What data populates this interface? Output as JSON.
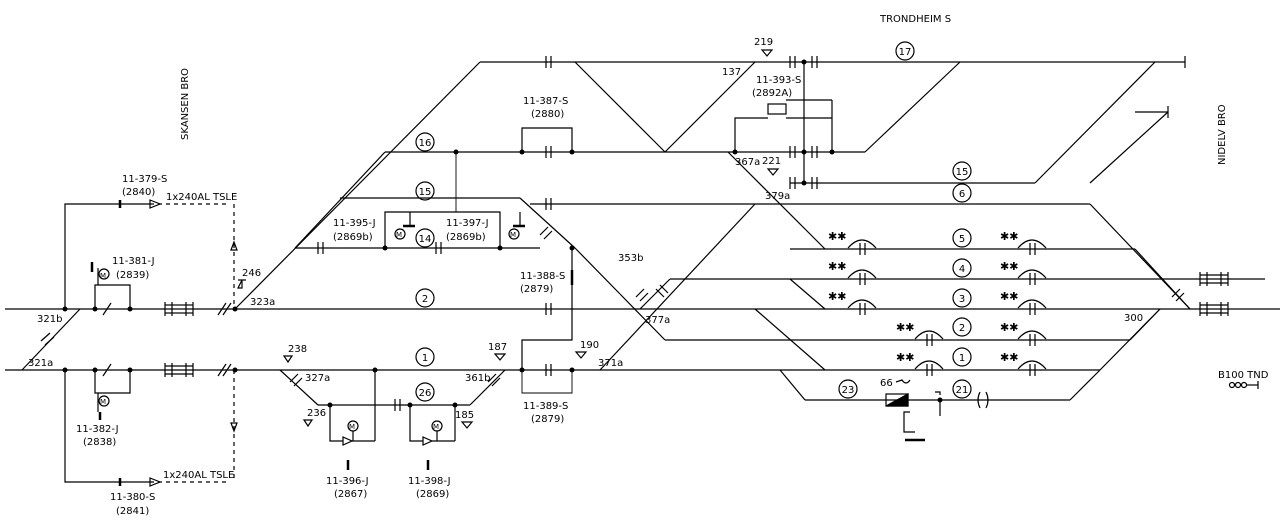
{
  "station": {
    "trondheim": "TRONDHEIM S",
    "skansen": "SKANSEN BRO",
    "nidelv": "NIDELV BRO",
    "b100": "B100 TND"
  },
  "tracks": [
    "17",
    "16",
    "15",
    "15",
    "14",
    "5",
    "4",
    "3",
    "2",
    "2",
    "1",
    "1",
    "26",
    "23",
    "21"
  ],
  "switches": [
    "321b",
    "321a",
    "323a",
    "327a",
    "361b",
    "371a",
    "377a",
    "353b",
    "367a",
    "379a",
    "300",
    "137",
    "246",
    "238",
    "236",
    "187",
    "185",
    "190",
    "219",
    "221",
    "66"
  ],
  "equipment": {
    "s379": "11-379-S",
    "s379n": "(2840)",
    "s380": "11-380-S",
    "s380n": "(2841)",
    "j381": "11-381-J",
    "j381n": "(2839)",
    "j382": "11-382-J",
    "j382n": "(2838)",
    "s387": "11-387-S",
    "s387n": "(2880)",
    "s388": "11-388-S",
    "s388n": "(2879)",
    "s389": "11-389-S",
    "s389n": "(2879)",
    "s393": "11-393-S",
    "s393n": "(2892A)",
    "j395": "11-395-J",
    "j395n": "(2869b)",
    "j397": "11-397-J",
    "j397n": "(2869b)",
    "j396": "11-396-J",
    "j396n": "(2867)",
    "j398": "11-398-J",
    "j398n": "(2869)"
  },
  "cables": {
    "tsle1": "1x240AL TSLE",
    "tsle2": "1x240AL TSLE"
  },
  "motor": "M",
  "stars": "✱✱"
}
